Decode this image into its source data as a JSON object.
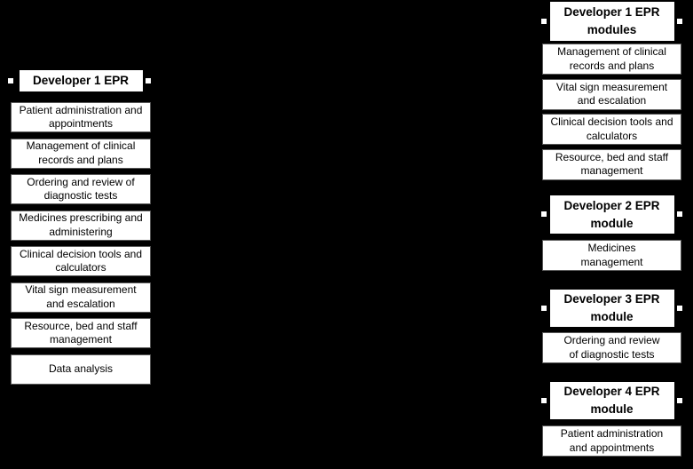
{
  "colors": {
    "background": "#000000",
    "box_fill": "#ffffff",
    "box_text": "#000000",
    "item_border": "#595959"
  },
  "left_group": {
    "header": "Developer 1 EPR",
    "items": [
      "Patient administration and\nappointments",
      "Management of clinical\nrecords and plans",
      "Ordering and review of\ndiagnostic tests",
      "Medicines prescribing and\nadministering",
      "Clinical decision tools and\ncalculators",
      "Vital sign measurement\nand escalation",
      "Resource, bed and staff\nmanagement",
      "Data analysis"
    ]
  },
  "right_groups": [
    {
      "header": "Developer 1 EPR\nmodules",
      "items": [
        "Management of clinical\nrecords and plans",
        "Vital sign measurement\nand escalation",
        "Clinical decision tools and\ncalculators",
        "Resource, bed and staff\nmanagement"
      ]
    },
    {
      "header": "Developer 2 EPR\nmodule",
      "items": [
        "Medicines\nmanagement"
      ]
    },
    {
      "header": "Developer 3 EPR\nmodule",
      "items": [
        "Ordering and review\nof diagnostic tests"
      ]
    },
    {
      "header": "Developer 4 EPR\nmodule",
      "items": [
        "Patient administration\nand appointments"
      ]
    }
  ]
}
